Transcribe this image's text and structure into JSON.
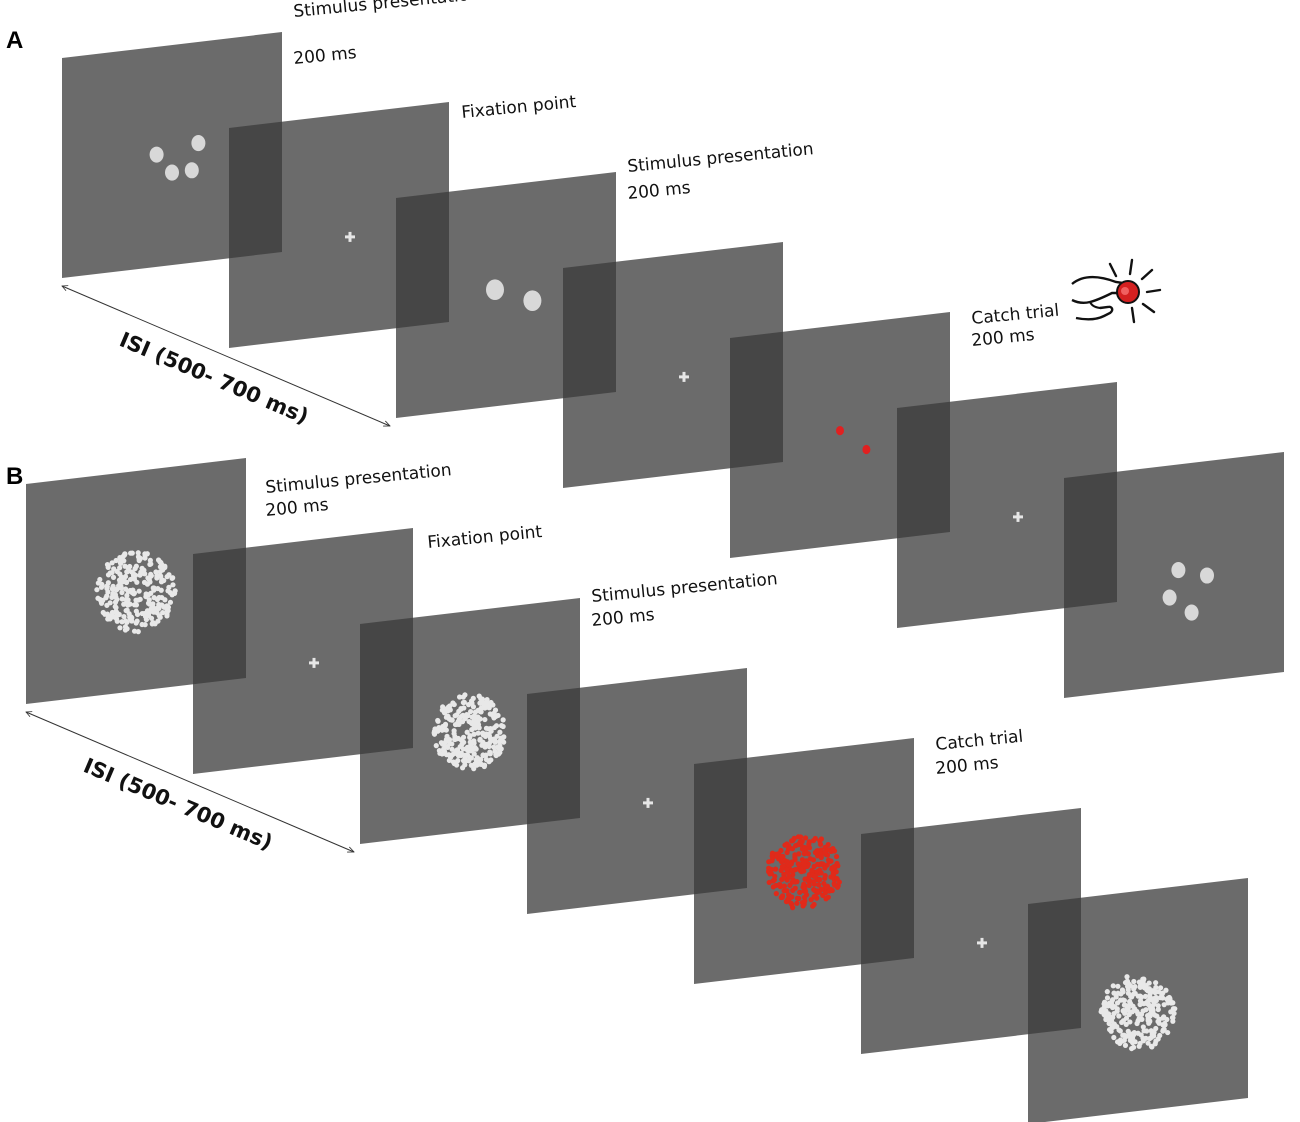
{
  "panels": [
    {
      "letter": "A",
      "isi_label": "ISI (500- 700 ms)",
      "screens": [
        {
          "content": "dots",
          "dots": [
            [
              0.43,
              0.49
            ],
            [
              0.62,
              0.46
            ],
            [
              0.5,
              0.58
            ],
            [
              0.59,
              0.58
            ]
          ],
          "dot_color": "#d8d8d8",
          "dot_size": "large"
        },
        {
          "content": "fixation"
        },
        {
          "content": "dots",
          "dots": [
            [
              0.45,
              0.47
            ],
            [
              0.62,
              0.54
            ]
          ],
          "dot_color": "#d8d8d8",
          "dot_size": "xlarge"
        },
        {
          "content": "fixation"
        },
        {
          "content": "dots",
          "dots": [
            [
              0.5,
              0.48
            ],
            [
              0.62,
              0.58
            ]
          ],
          "dot_color": "#e02020",
          "dot_size": "small"
        },
        {
          "content": "fixation"
        },
        {
          "content": "dots",
          "dots": [
            [
              0.52,
              0.48
            ],
            [
              0.65,
              0.52
            ],
            [
              0.48,
              0.6
            ],
            [
              0.58,
              0.68
            ]
          ],
          "dot_color": "#d8d8d8",
          "dot_size": "large"
        }
      ],
      "labels": [
        {
          "lines": [
            "Stimulus presentation",
            "200 ms"
          ]
        },
        {
          "lines": [
            "Fixation point"
          ]
        },
        {
          "lines": [
            "Stimulus presentation",
            "200 ms"
          ]
        },
        {
          "lines": [
            "Catch trial",
            "200 ms"
          ]
        }
      ]
    },
    {
      "letter": "B",
      "isi_label": "ISI (500- 700 ms)",
      "screens": [
        {
          "content": "cloud",
          "dot_color": "#e8e8e8",
          "radius": 0.17
        },
        {
          "content": "fixation"
        },
        {
          "content": "cloud",
          "dot_color": "#e8e8e8",
          "radius": 0.16
        },
        {
          "content": "fixation"
        },
        {
          "content": "cloud",
          "dot_color": "#e02a1a",
          "radius": 0.16
        },
        {
          "content": "fixation"
        },
        {
          "content": "cloud",
          "dot_color": "#e8e8e8",
          "radius": 0.16
        }
      ],
      "labels": [
        {
          "lines": [
            "Stimulus presentation",
            "200 ms"
          ]
        },
        {
          "lines": [
            "Fixation point"
          ]
        },
        {
          "lines": [
            "Stimulus presentation",
            "200 ms"
          ]
        },
        {
          "lines": [
            "Catch trial",
            "200 ms"
          ]
        }
      ]
    }
  ],
  "colors": {
    "screen": "#3a3a3a",
    "fixation": "#e6e6e6",
    "catch_dot": "#e02020",
    "button": "#d42020"
  },
  "icons": [
    "hand-press-button-icon"
  ]
}
